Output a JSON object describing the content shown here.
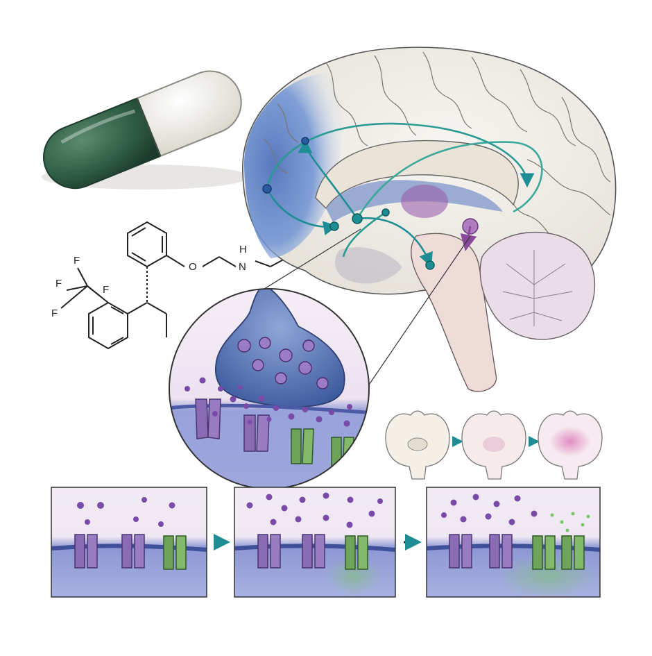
{
  "molecule": {
    "fluorine": "F",
    "carbon": "C",
    "oxygen": "O",
    "nitrogen": "N",
    "hydrogen": "H"
  },
  "colors": {
    "capsule_green": "#2f5e46",
    "capsule_white": "#f1efe8",
    "prefrontal_blue": "#4f78c4",
    "pathway_teal": "#1f8e94",
    "limbic_purple": "#8a4a9c",
    "receptor_purple": "#8b6bb4",
    "receptor_green": "#6fa35a",
    "membrane_blue": "#7a86c8",
    "neurotransmitter": "#7a4aa8"
  }
}
